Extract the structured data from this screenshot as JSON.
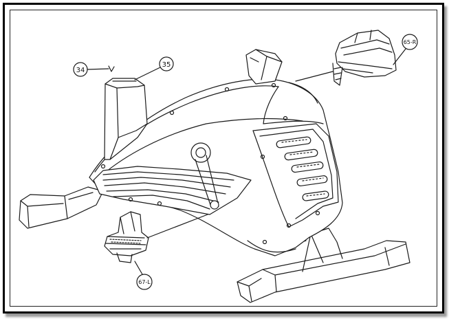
{
  "diagram": {
    "callouts": [
      {
        "id": "c34",
        "label": "34"
      },
      {
        "id": "c35",
        "label": "35"
      },
      {
        "id": "c65",
        "label": "65-R"
      },
      {
        "id": "c67",
        "label": "67-L"
      }
    ],
    "line_color": "#1a1a1a",
    "frame_color": "#000000"
  }
}
